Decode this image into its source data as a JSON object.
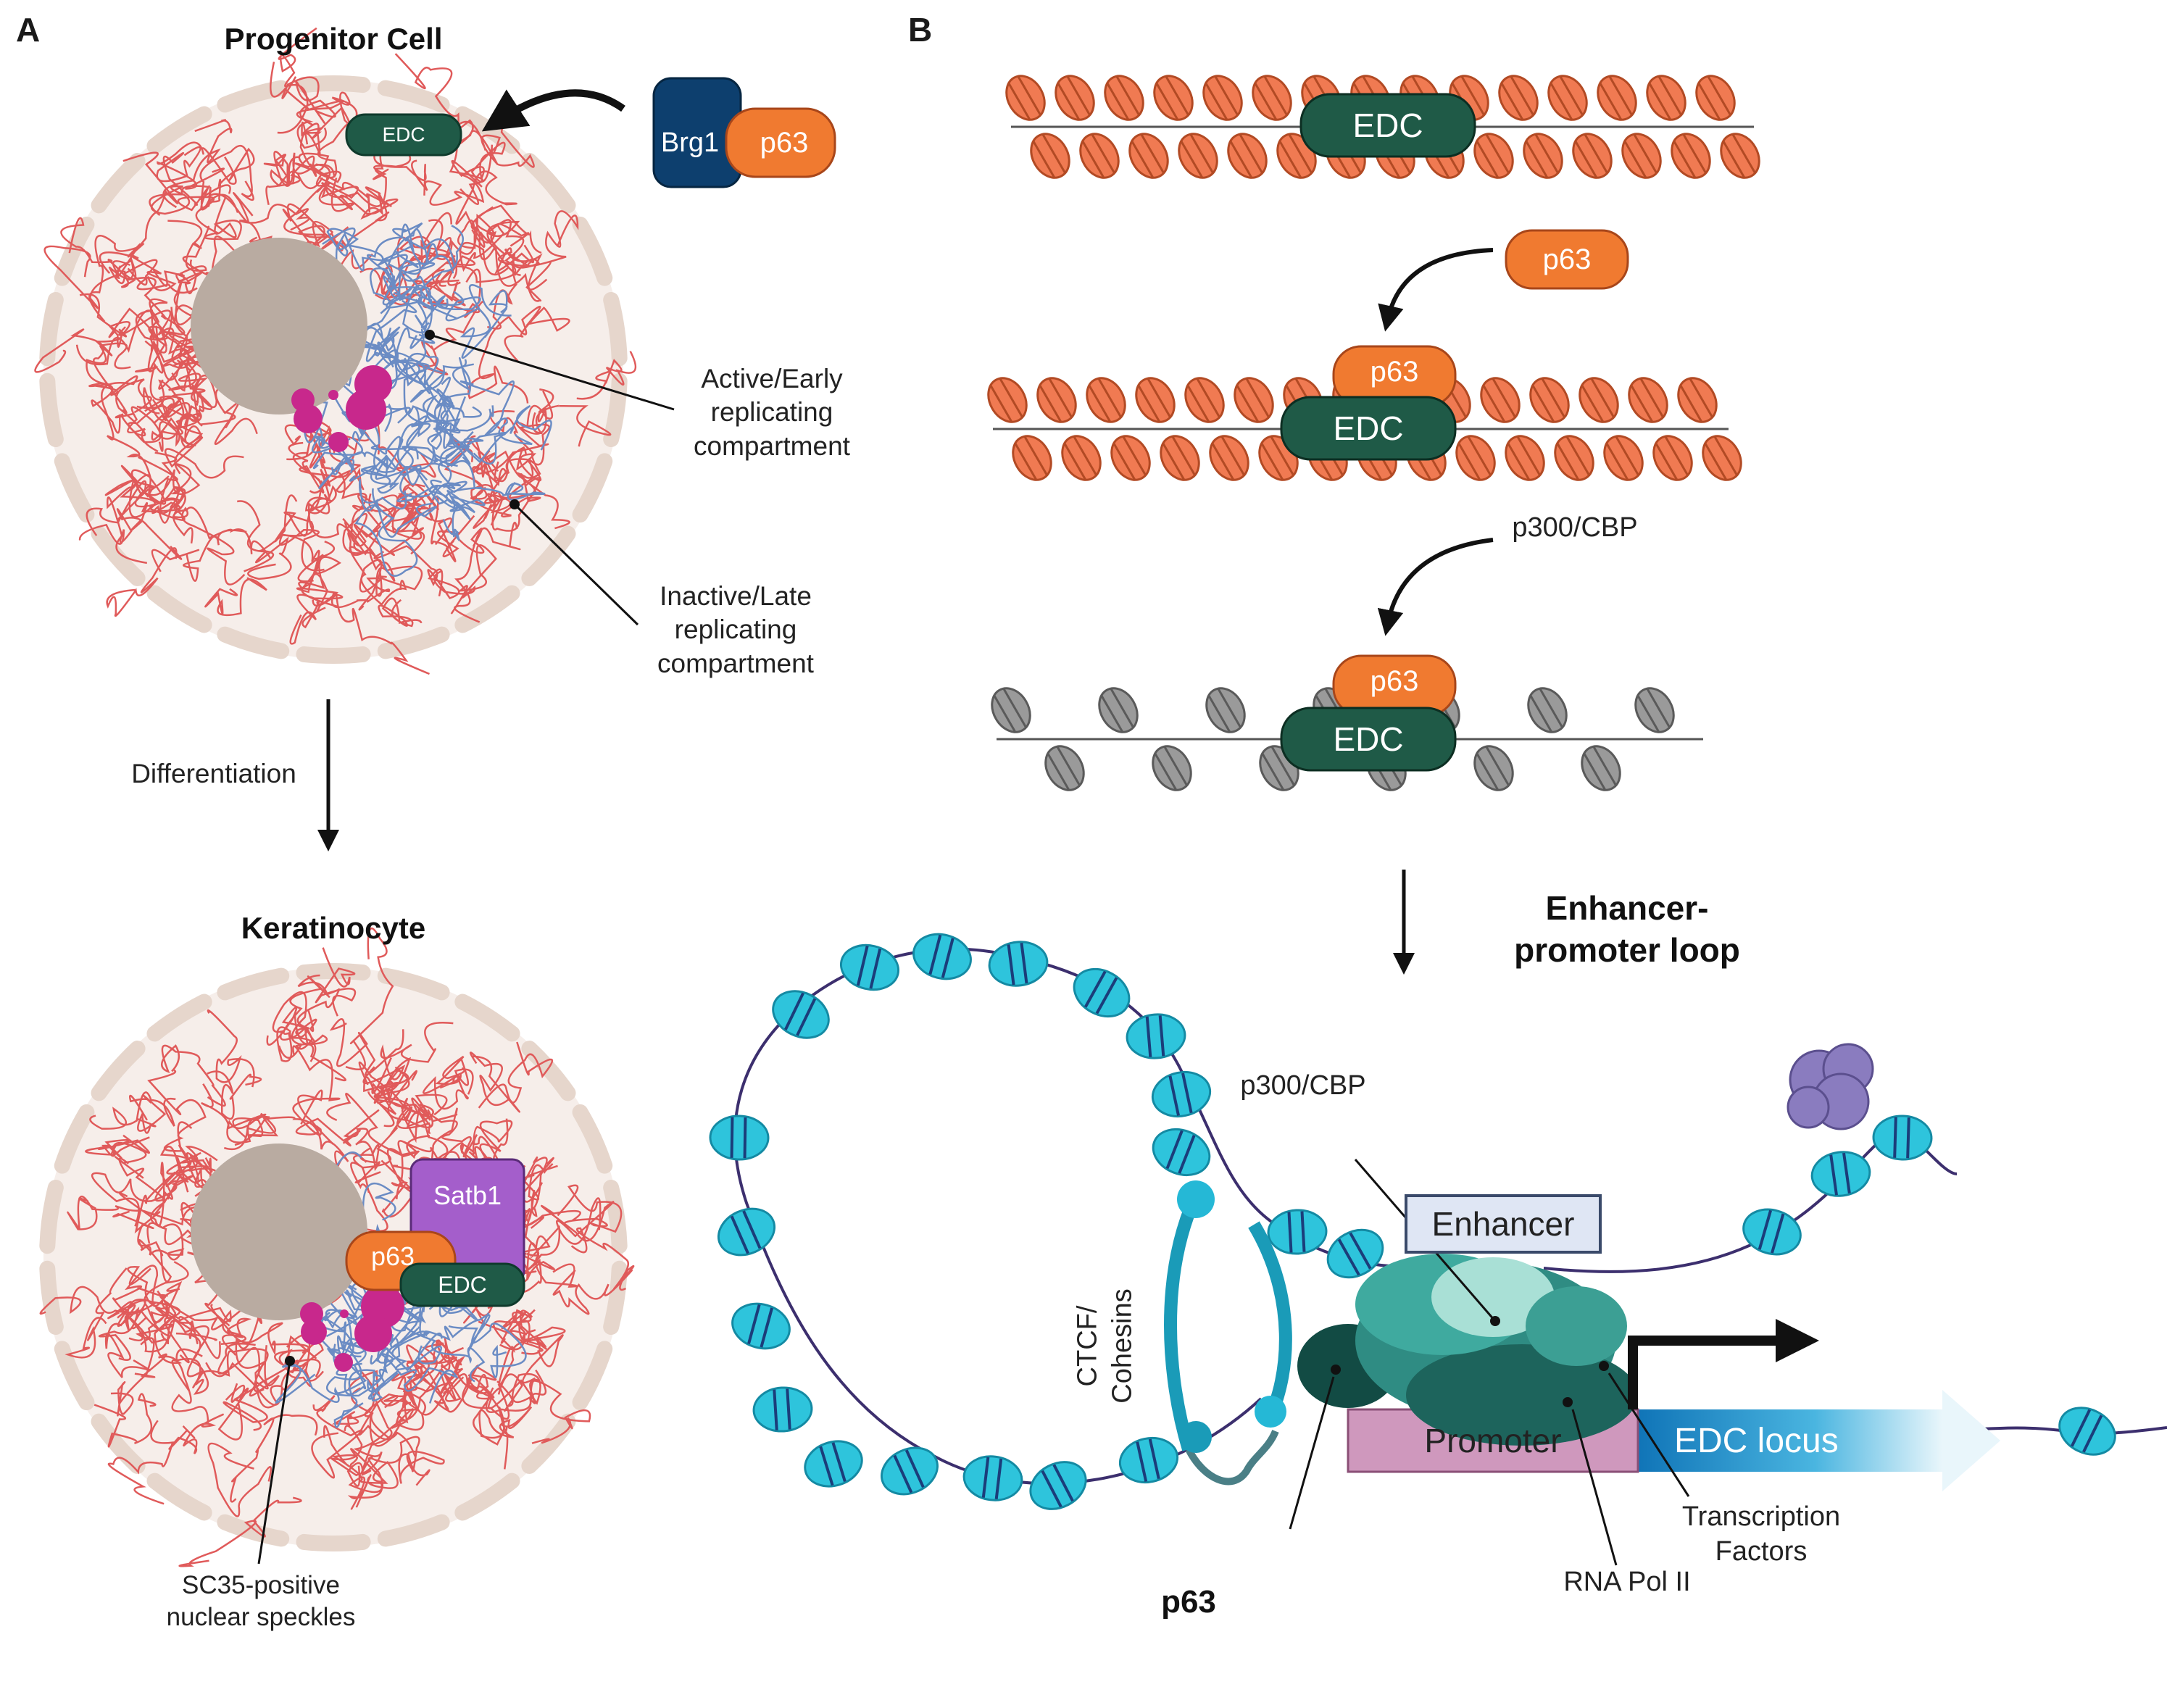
{
  "panels": {
    "a": {
      "letter": "A"
    },
    "b": {
      "letter": "B"
    }
  },
  "panel_a": {
    "progenitor_title": "Progenitor Cell",
    "keratinocyte_title": "Keratinocyte",
    "edc_label": "EDC",
    "brg1_label": "Brg1",
    "p63_label": "p63",
    "satb1_label": "Satb1",
    "active_compartment": [
      "Active/Early",
      "replicating",
      "compartment"
    ],
    "inactive_compartment": [
      "Inactive/Late",
      "replicating",
      "compartment"
    ],
    "differentiation": "Differentiation",
    "speckles": [
      "SC35-positive",
      "nuclear speckles"
    ]
  },
  "panel_b": {
    "edc_label": "EDC",
    "p63_label": "p63",
    "p300_label": "p300/CBP",
    "loop_title": [
      "Enhancer-",
      "promoter loop"
    ],
    "enhancer": "Enhancer",
    "promoter": "Promoter",
    "edc_locus": "EDC locus",
    "ctcf": [
      "CTCF/",
      "Cohesins"
    ],
    "transcription_factors": [
      "Transcription",
      "Factors"
    ],
    "rna_pol": "RNA Pol II",
    "p63_bottom": "p63"
  },
  "colors": {
    "edc": "#1f5a47",
    "p63": "#f07a30",
    "brg1": "#0d3f6e",
    "satb1": "#a45ecb",
    "chromatin_closed": "#f07a52",
    "chromatin_open": "#9a9a9a",
    "nucleosome_loop": "#2ec4dc",
    "inactive_dna": "#e05a5a",
    "active_dna": "#6b8cc4",
    "speckle": "#c8288c",
    "nucleolus": "#b8aaa0",
    "nuclear_envelope": "#e6d6cc"
  }
}
